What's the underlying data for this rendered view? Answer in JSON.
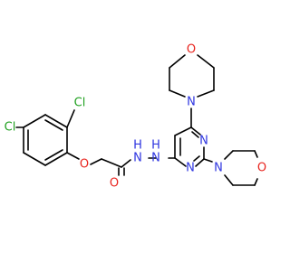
{
  "molecule": {
    "atoms": {
      "cl_ortho": "Cl",
      "cl_para": "Cl",
      "o_ether": "O",
      "o_carbonyl": "O",
      "n_hydrazide_1": "N",
      "n_hydrazide_2": "N",
      "h_hydrazide_1": "H",
      "h_hydrazide_2": "H",
      "n_pyrimidine_1": "N",
      "n_pyrimidine_3": "N",
      "n_morpholine_top": "N",
      "o_morpholine_top": "O",
      "n_morpholine_bottom": "N",
      "o_morpholine_bottom": "O"
    },
    "colors": {
      "chlorine": "#1FA01F",
      "oxygen": "#E8241E",
      "nitrogen": "#2E35E0",
      "carbon_bond": "#000000"
    }
  }
}
